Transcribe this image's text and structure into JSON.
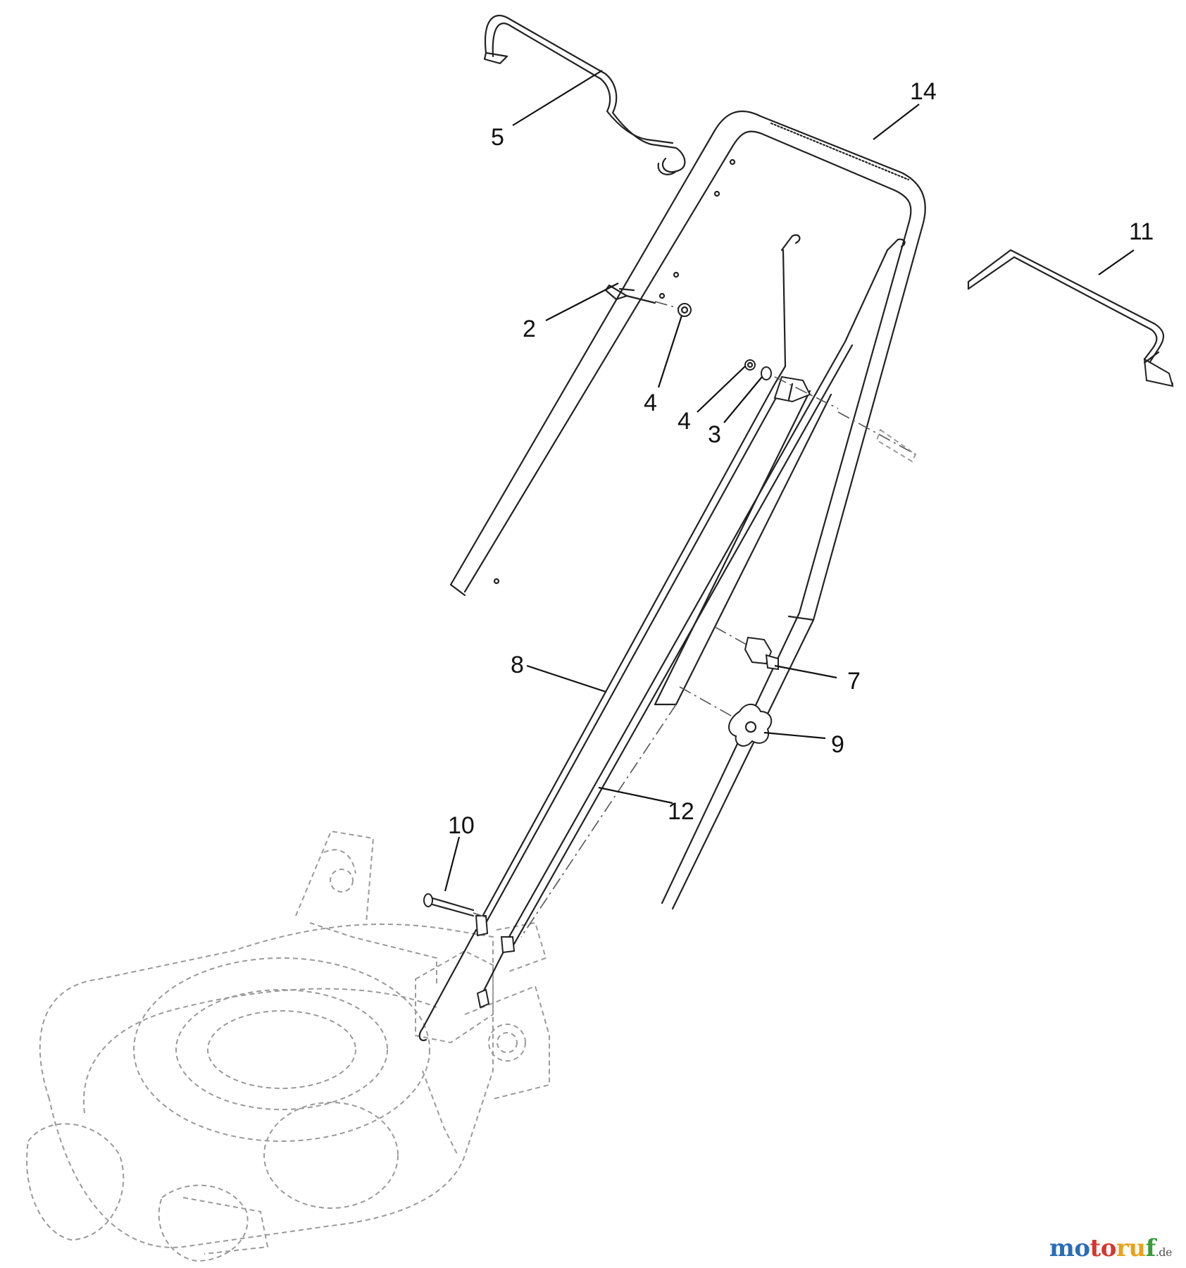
{
  "callouts": [
    {
      "id": "5",
      "label": "5"
    },
    {
      "id": "14",
      "label": "14"
    },
    {
      "id": "11",
      "label": "11"
    },
    {
      "id": "2",
      "label": "2"
    },
    {
      "id": "4a",
      "label": "4"
    },
    {
      "id": "4b",
      "label": "4"
    },
    {
      "id": "3",
      "label": "3"
    },
    {
      "id": "8",
      "label": "8"
    },
    {
      "id": "7",
      "label": "7"
    },
    {
      "id": "9",
      "label": "9"
    },
    {
      "id": "10",
      "label": "10"
    },
    {
      "id": "12",
      "label": "12"
    }
  ],
  "watermark": {
    "brand_parts": [
      "mo",
      "to",
      "ru",
      "f"
    ],
    "tld": ".de"
  }
}
